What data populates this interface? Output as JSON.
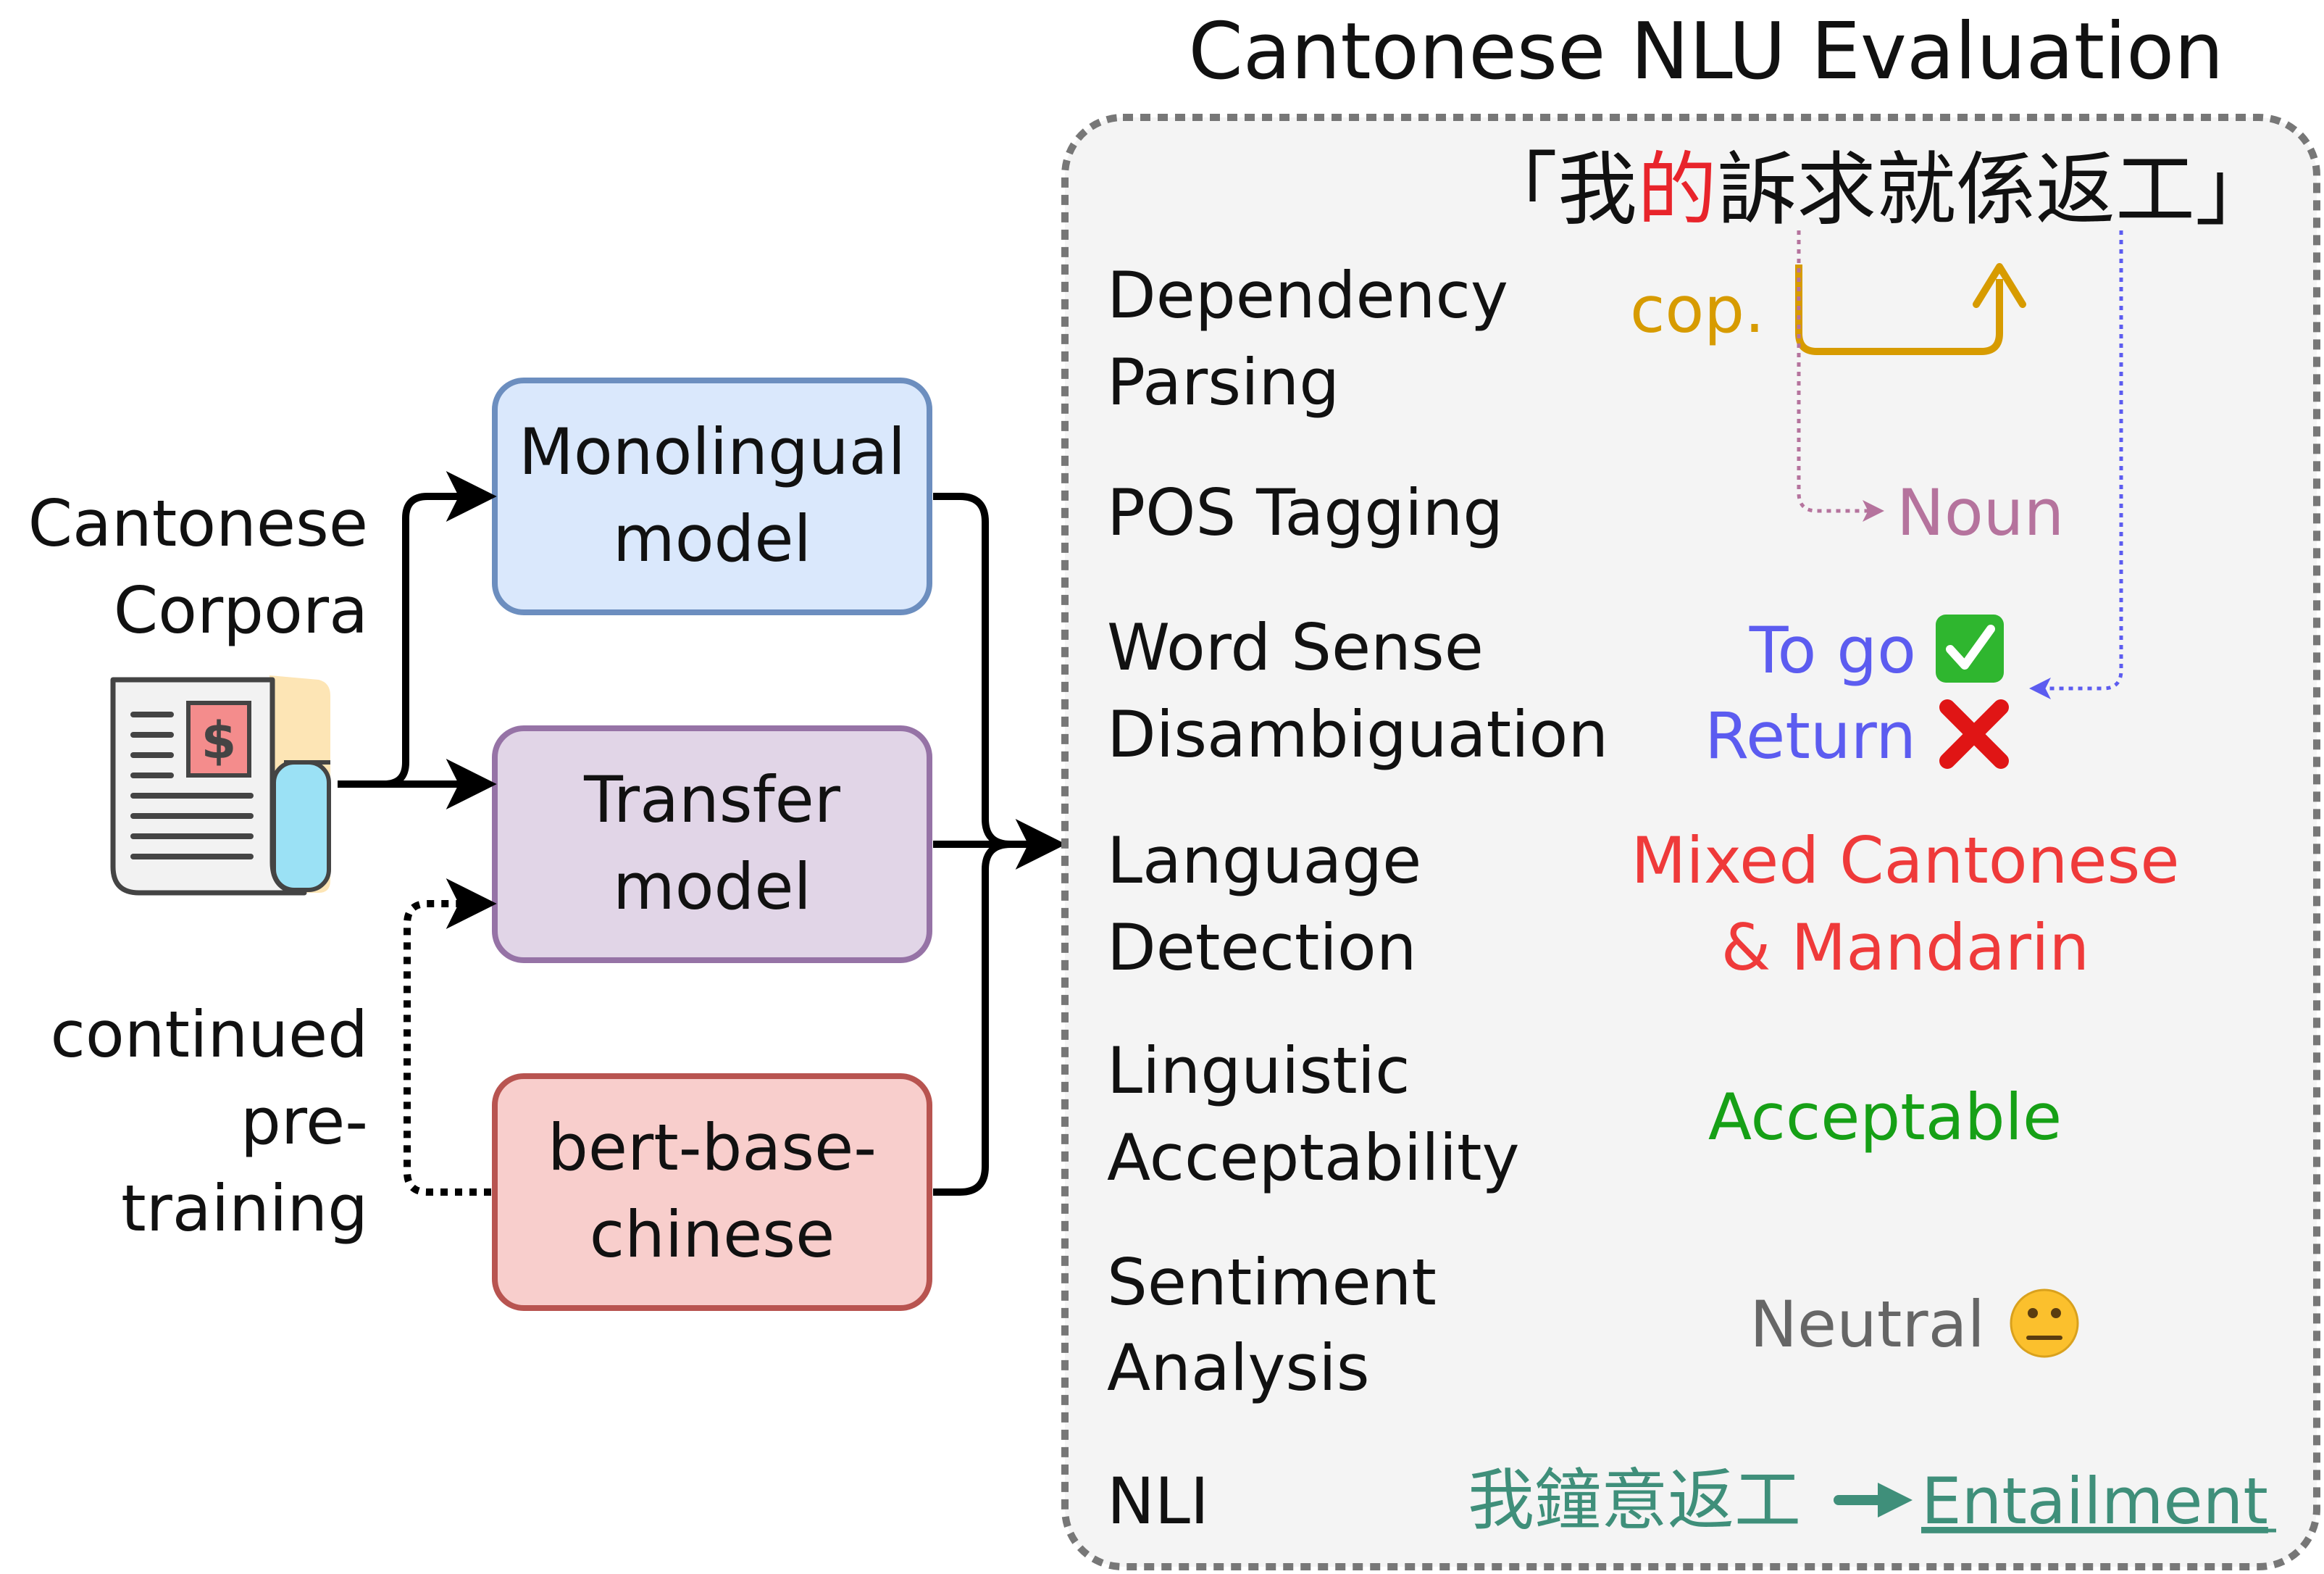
{
  "title": "Cantonese NLU Evaluation",
  "source": {
    "label_line1": "Cantonese",
    "label_line2": "Corpora",
    "icon": "newspaper-corpus-icon"
  },
  "models": [
    {
      "line1": "Monolingual",
      "line2": "model",
      "fill": "#dae8fc",
      "stroke": "#6c8ebf"
    },
    {
      "line1": "Transfer",
      "line2": "model",
      "fill": "#e1d5e7",
      "stroke": "#9673a6"
    },
    {
      "line1": "bert-base-",
      "line2": "chinese",
      "fill": "#f8cecc",
      "stroke": "#b85450"
    }
  ],
  "continued_pretraining": {
    "line1": "continued",
    "line2": "pre-",
    "line3": "training"
  },
  "sentence": {
    "open_bracket": "「",
    "char1": "我",
    "char_highlight": "的",
    "rest": "訴求就係返工",
    "close_bracket": "」",
    "highlight_color": "#e8242b"
  },
  "tasks": [
    {
      "id": "dep",
      "line1": "Dependency",
      "line2": "Parsing"
    },
    {
      "id": "pos",
      "line1": "POS Tagging",
      "line2": ""
    },
    {
      "id": "wsd",
      "line1": "Word Sense",
      "line2": "Disambiguation"
    },
    {
      "id": "lid",
      "line1": "Language",
      "line2": "Detection"
    },
    {
      "id": "la",
      "line1": "Linguistic",
      "line2": "Acceptability"
    },
    {
      "id": "sa",
      "line1": "Sentiment",
      "line2": "Analysis"
    },
    {
      "id": "nli",
      "line1": "NLI",
      "line2": ""
    }
  ],
  "outputs": {
    "dep": {
      "label": "cop.",
      "color": "#d79b00"
    },
    "pos": {
      "label": "Noun",
      "color": "#b5739d"
    },
    "wsd": {
      "option1": "To go",
      "option1_mark": "✅",
      "option2": "Return",
      "option2_mark": "❌",
      "color": "#5c5cf0"
    },
    "lid": {
      "line1": "Mixed Cantonese",
      "line2": "& Mandarin",
      "color": "#ef3a3a"
    },
    "la": {
      "label": "Acceptable",
      "color": "#16a016"
    },
    "sa": {
      "label": "Neutral",
      "emoji": "😐",
      "color": "#666666"
    },
    "nli": {
      "premise": "我鐘意返工",
      "arrow": "➔",
      "label": "Entailment",
      "color": "#3f8f7a"
    }
  },
  "colors": {
    "panel_fill": "#f4f4f4",
    "panel_border": "#777777",
    "text": "#111111"
  }
}
